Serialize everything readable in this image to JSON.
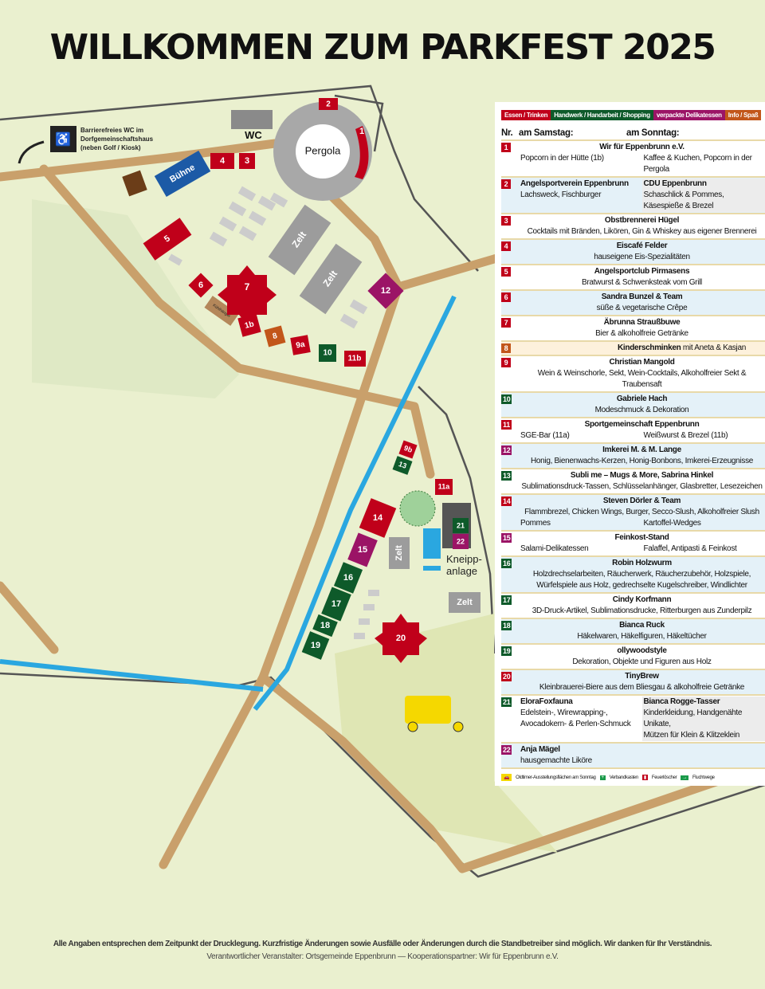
{
  "title": "WILLKOMMEN ZUM PARKFEST 2025",
  "colors": {
    "food": "#c0001a",
    "craft": "#0e5a2a",
    "deli": "#9b1466",
    "info": "#c2561a",
    "tent": "#9c9c9c",
    "stage": "#1c5aa6",
    "path": "#c9a06b",
    "water": "#2aa7e0"
  },
  "map": {
    "wc_note": [
      "Barrierefreies WC im",
      "Dorfgemeinschaftshaus",
      "(neben Golf / Kiosk)"
    ],
    "wc": "WC",
    "pergola": "Pergola",
    "stage": "Bühne",
    "tent": "Zelt",
    "kuehl": "Kühlhänger",
    "kneipp": [
      "Kneipp-",
      "anlage"
    ],
    "stalls": {
      "s1": "1",
      "s1b": "1b",
      "s2": "2",
      "s3": "3",
      "s4": "4",
      "s5": "5",
      "s6": "6",
      "s7": "7",
      "s8": "8",
      "s9a": "9a",
      "s9b": "9b",
      "s10": "10",
      "s11a": "11a",
      "s11b": "11b",
      "s12": "12",
      "s13": "13",
      "s14": "14",
      "s15": "15",
      "s16": "16",
      "s17": "17",
      "s18": "18",
      "s19": "19",
      "s20": "20",
      "s21": "21",
      "s22": "22"
    }
  },
  "legend": {
    "categories": [
      {
        "label": "Essen / Trinken",
        "color": "#c0001a"
      },
      {
        "label": "Handwerk / Handarbeit / Shopping",
        "color": "#0e5a2a"
      },
      {
        "label": "verpackte Delikatessen",
        "color": "#9b1466"
      },
      {
        "label": "Info / Spaß",
        "color": "#c2561a"
      }
    ],
    "header": {
      "nr": "Nr.",
      "sat": "am Samstag:",
      "sun": "am Sonntag:"
    },
    "rows": [
      {
        "num": "1",
        "name": "Wir für Eppenbrunn e.V.",
        "sat": "Popcorn in der Hütte (1b)",
        "sun": "Kaffee & Kuchen, Popcorn in der Pergola"
      },
      {
        "num": "2",
        "sat_name": "Angelsportverein Eppenbrunn",
        "sat": "Lachsweck, Fischburger",
        "sun_name": "CDU Eppenbrunn",
        "sun": "Schaschlick & Pommes, Käsespieße & Brezel"
      },
      {
        "num": "3",
        "name": "Obstbrennerei Hügel",
        "desc": "Cocktails mit Bränden, Likören, Gin & Whiskey aus eigener Brennerei"
      },
      {
        "num": "4",
        "name": "Eiscafé Felder",
        "desc": "hauseigene Eis-Spezialitäten"
      },
      {
        "num": "5",
        "name": "Angelsportclub Pirmasens",
        "desc": "Bratwurst & Schwenksteak vom Grill"
      },
      {
        "num": "6",
        "name": "Sandra Bunzel & Team",
        "desc": "süße & vegetarische Crêpe"
      },
      {
        "num": "7",
        "name": "Äbrunna Straußbuwe",
        "desc": "Bier & alkoholfreie Getränke"
      },
      {
        "num": "8",
        "name": "Kinderschminken",
        "rest": " mit Aneta & Kasjan"
      },
      {
        "num": "9",
        "name": "Christian Mangold",
        "desc": "Wein & Weinschorle, Sekt, Wein-Cocktails, Alkoholfreier Sekt & Traubensaft"
      },
      {
        "num": "10",
        "name": "Gabriele Hach",
        "desc": "Modeschmuck & Dekoration"
      },
      {
        "num": "11",
        "name": "Sportgemeinschaft Eppenbrunn",
        "sat": "SGE-Bar (11a)",
        "sun": "Weißwurst & Brezel (11b)"
      },
      {
        "num": "12",
        "name": "Imkerei M. & M. Lange",
        "desc": "Honig, Bienenwachs-Kerzen, Honig-Bonbons, Imkerei-Erzeugnisse"
      },
      {
        "num": "13",
        "name": "Subli me – Mugs & More, Sabrina Hinkel",
        "desc": "Sublimationsdruck-Tassen, Schlüsselanhänger, Glasbretter, Lesezeichen"
      },
      {
        "num": "14",
        "name": "Steven Dörler & Team",
        "desc": "Flammbrezel, Chicken Wings, Burger, Secco-Slush, Alkoholfreier Slush",
        "sat": "Pommes",
        "sun": "Kartoffel-Wedges"
      },
      {
        "num": "15",
        "name": "Feinkost-Stand",
        "sat": "Salami-Delikatessen",
        "sun": "Falaffel, Antipasti & Feinkost"
      },
      {
        "num": "16",
        "name": "Robin Holzwurm",
        "desc": "Holzdrechselarbeiten, Räucherwerk, Räucherzubehör, Holzspiele,",
        "desc2": "Würfelspiele aus Holz, gedrechselte Kugelschreiber, Windlichter"
      },
      {
        "num": "17",
        "name": "Cindy Korfmann",
        "desc": "3D-Druck-Artikel, Sublimationsdrucke, Ritterburgen aus Zunderpilz"
      },
      {
        "num": "18",
        "name": "Bianca Ruck",
        "desc": "Häkelwaren, Häkelfiguren, Häkeltücher"
      },
      {
        "num": "19",
        "name": "ollywoodstyle",
        "desc": "Dekoration, Objekte und Figuren aus Holz"
      },
      {
        "num": "20",
        "name": "TinyBrew",
        "desc": "Kleinbrauerei-Biere aus dem Bliesgau & alkoholfreie Getränke"
      },
      {
        "num": "21",
        "sat_name": "EloraFoxfauna",
        "sat": "Edelstein-, Wirewrapping-,",
        "sat2": "Avocadokern- & Perlen-Schmuck",
        "sun_name": "Bianca Rogge-Tasser",
        "sun": "Kinderkleidung, Handgenähte Unikate,",
        "sun2": "Mützen für Klein & Klitzeklein"
      },
      {
        "num": "22",
        "sat_name": "Anja Mägel",
        "sat": "hausgemachte Liköre"
      }
    ],
    "footer": {
      "oldtimer": "Oldtimer-Ausstellungsflächen am Sonntag",
      "firstaid": "Verbandkasten",
      "extinguisher": "Feuerlöscher",
      "escape": "Fluchtwege"
    }
  },
  "footer": {
    "line1": "Alle Angaben entsprechen dem Zeitpunkt der Drucklegung. Kurzfristige Änderungen sowie Ausfälle oder Änderungen durch die Standbetreiber sind möglich. Wir danken für Ihr Verständnis.",
    "line2": "Verantwortlicher Veranstalter: Ortsgemeinde Eppenbrunn — Kooperationspartner: Wir für Eppenbrunn e.V."
  }
}
